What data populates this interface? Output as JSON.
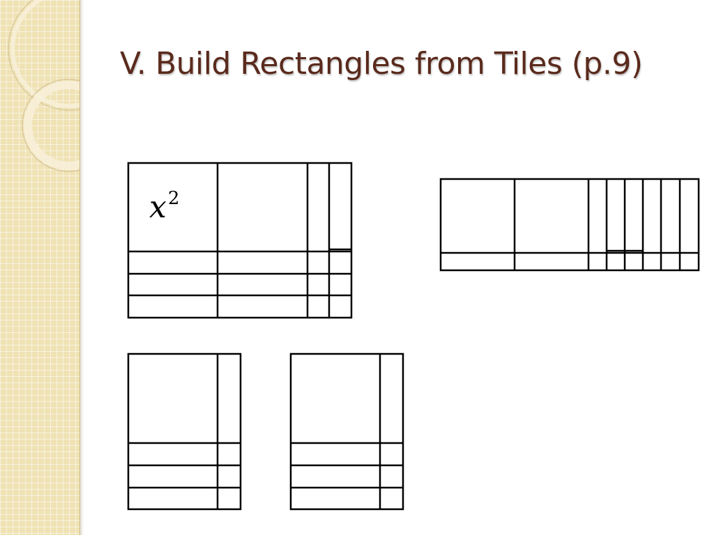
{
  "slide": {
    "title": "V. Build Rectangles from Tiles (p.9)"
  },
  "diagram": {
    "tile_label_base": "x",
    "tile_label_exponent": "2"
  },
  "colors": {
    "title": "#5a2a1c",
    "sidebar": "#efe2b4",
    "tile_stroke": "#000000"
  }
}
